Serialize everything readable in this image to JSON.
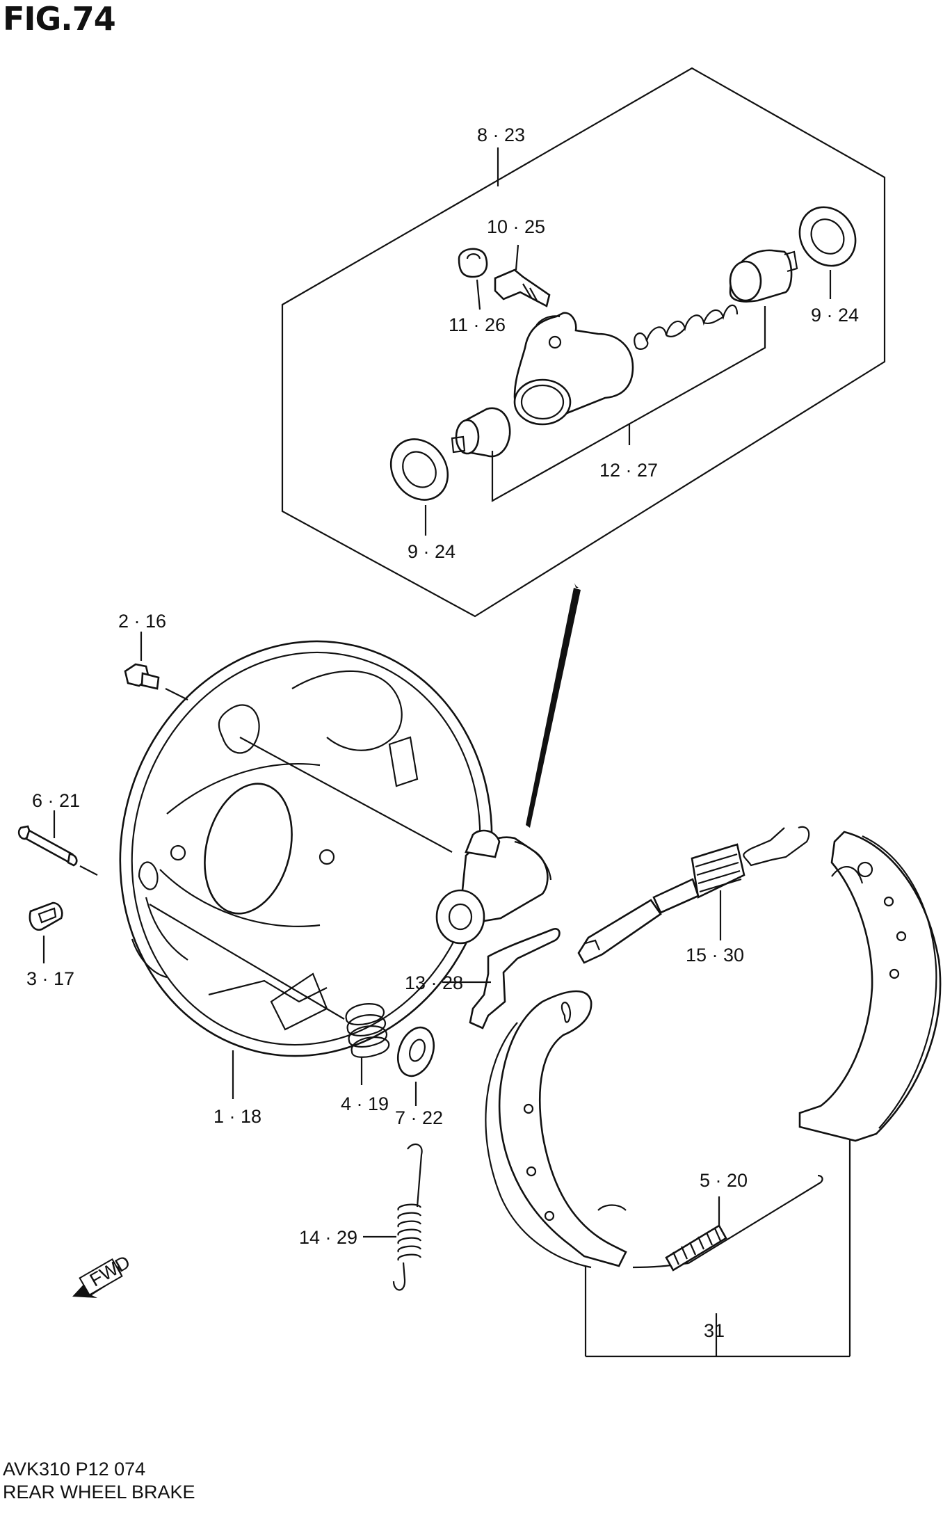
{
  "figure": {
    "title": "FIG.74"
  },
  "footer": {
    "code": "AVK310 P12 074",
    "name": "REAR WHEEL BRAKE"
  },
  "fwd_label": "FWD",
  "callouts": [
    {
      "id": "c-8-23",
      "text": "8 · 23"
    },
    {
      "id": "c-10-25",
      "text": "10 · 25"
    },
    {
      "id": "c-11-26",
      "text": "11 · 26"
    },
    {
      "id": "c-9-24-a",
      "text": "9 · 24"
    },
    {
      "id": "c-12-27",
      "text": "12 · 27"
    },
    {
      "id": "c-9-24-b",
      "text": "9 · 24"
    },
    {
      "id": "c-2-16",
      "text": "2 · 16"
    },
    {
      "id": "c-6-21",
      "text": "6 · 21"
    },
    {
      "id": "c-3-17",
      "text": "3 · 17"
    },
    {
      "id": "c-1-18",
      "text": "1 · 18"
    },
    {
      "id": "c-4-19",
      "text": "4 · 19"
    },
    {
      "id": "c-7-22",
      "text": "7 · 22"
    },
    {
      "id": "c-13-28",
      "text": "13 · 28"
    },
    {
      "id": "c-15-30",
      "text": "15 · 30"
    },
    {
      "id": "c-5-20",
      "text": "5 · 20"
    },
    {
      "id": "c-14-29",
      "text": "14 · 29"
    },
    {
      "id": "c-31",
      "text": "31"
    }
  ]
}
